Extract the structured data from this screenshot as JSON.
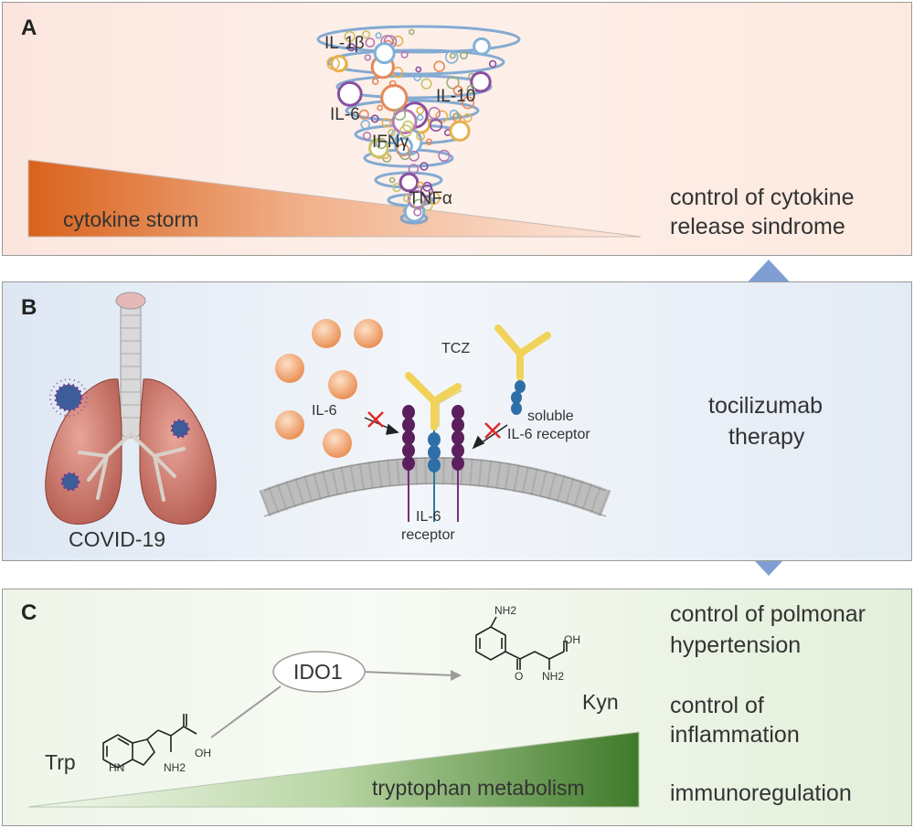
{
  "panel_a": {
    "letter": "A",
    "cytokines": {
      "il1b": "IL-1β",
      "il10": "IL-10",
      "il6": "IL-6",
      "ifng": "IFNγ",
      "tnfa": "TNFα"
    },
    "storm_label": "cytokine storm",
    "outcome_line1": "control of cytokine",
    "outcome_line2": "release sindrome"
  },
  "panel_b": {
    "letter": "B",
    "covid_label": "COVID-19",
    "il6_label": "IL-6",
    "tcz_label": "TCZ",
    "soluble_line1": "soluble",
    "soluble_line2": "IL-6 receptor",
    "receptor_line1": "IL-6",
    "receptor_line2": "receptor",
    "therapy_line1": "tocilizumab",
    "therapy_line2": "therapy"
  },
  "panel_c": {
    "letter": "C",
    "enzyme": "IDO1",
    "trp": "Trp",
    "kyn": "Kyn",
    "nh2": "NH2",
    "oh": "OH",
    "hn": "HN",
    "o": "O",
    "metabolism_label": "tryptophan metabolism",
    "outcome1_line1": "control of polmonar",
    "outcome1_line2": "hypertension",
    "outcome2_line1": "control of",
    "outcome2_line2": "inflammation",
    "outcome3": "immunoregulation"
  },
  "colors": {
    "storm_orange": "#d9621c",
    "metabolism_green": "#3f7a2a",
    "arrow_blue": "#7f9fd4",
    "antibody_yellow": "#f2d35a",
    "receptor_purple": "#5a1f5c",
    "cytokine_orange": "#f4a36c"
  }
}
